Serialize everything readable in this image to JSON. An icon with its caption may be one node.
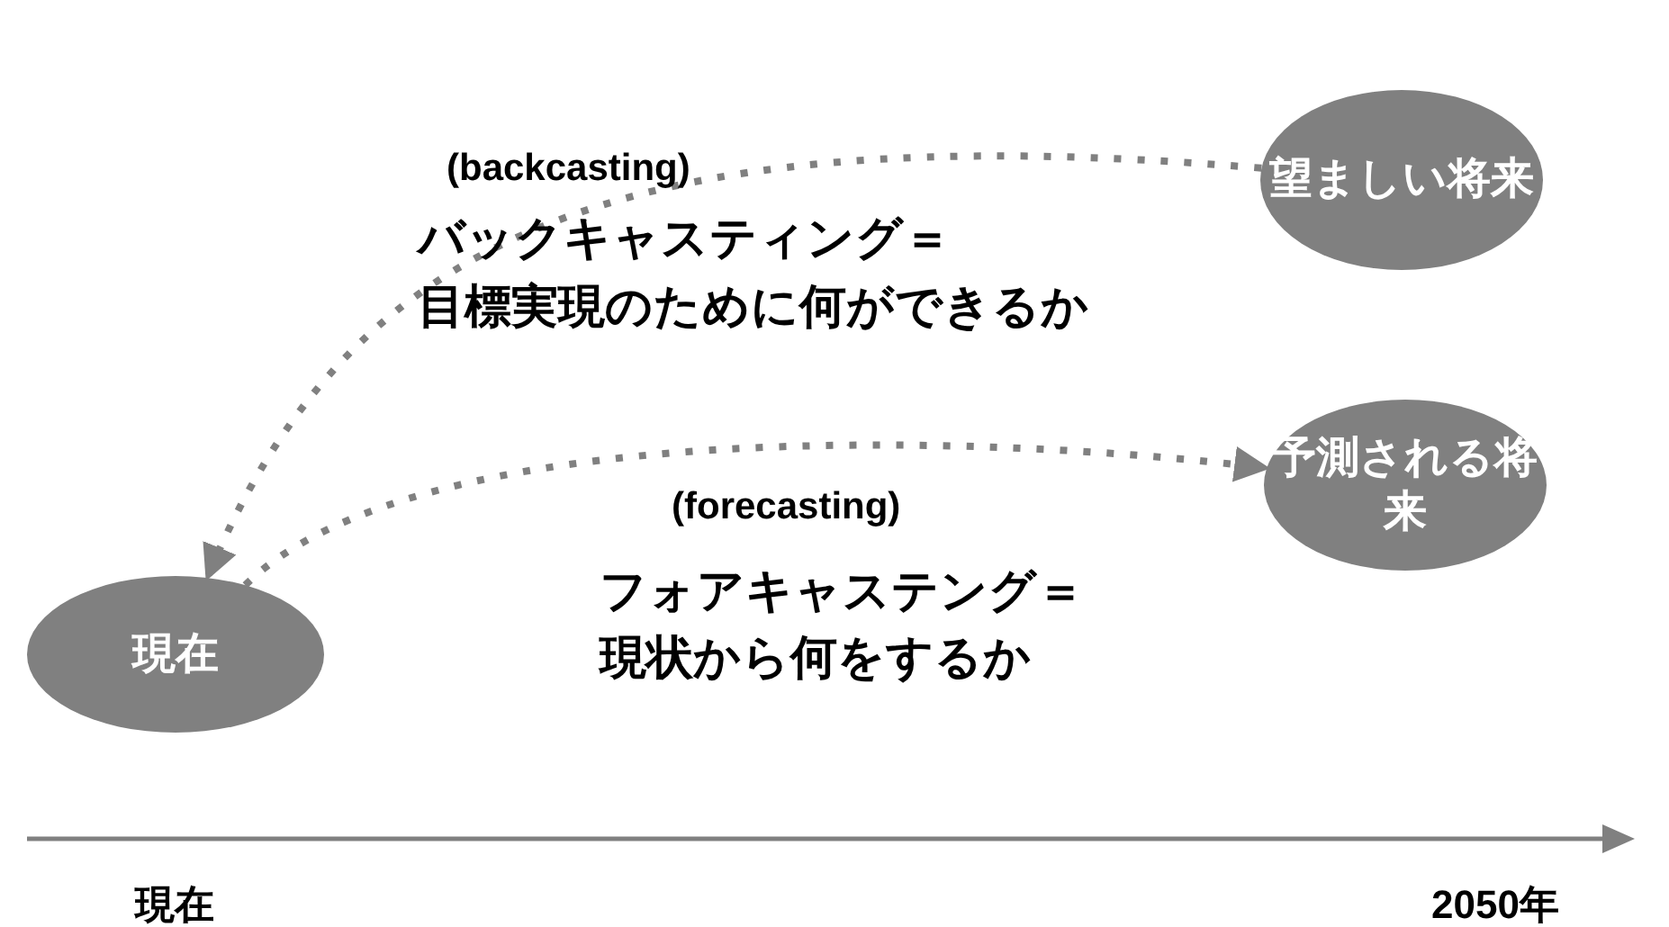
{
  "diagram": {
    "nodes": [
      {
        "text": [
          "現在"
        ]
      },
      {
        "text": [
          "望ましい将来"
        ]
      },
      {
        "text": [
          "予測される将来"
        ]
      }
    ],
    "edges": [
      {
        "from": 1,
        "to": 0,
        "arrow": "to",
        "style": "dashed"
      },
      {
        "from": 0,
        "to": 2,
        "arrow": "to",
        "style": "dashed"
      }
    ],
    "labels": [
      "(backcasting)",
      "バックキャスティング＝",
      "目標実現のために何ができるか",
      "(forecasting)",
      "フォアキャステング＝",
      "現状から何をするか",
      "現在",
      "2050年"
    ]
  }
}
